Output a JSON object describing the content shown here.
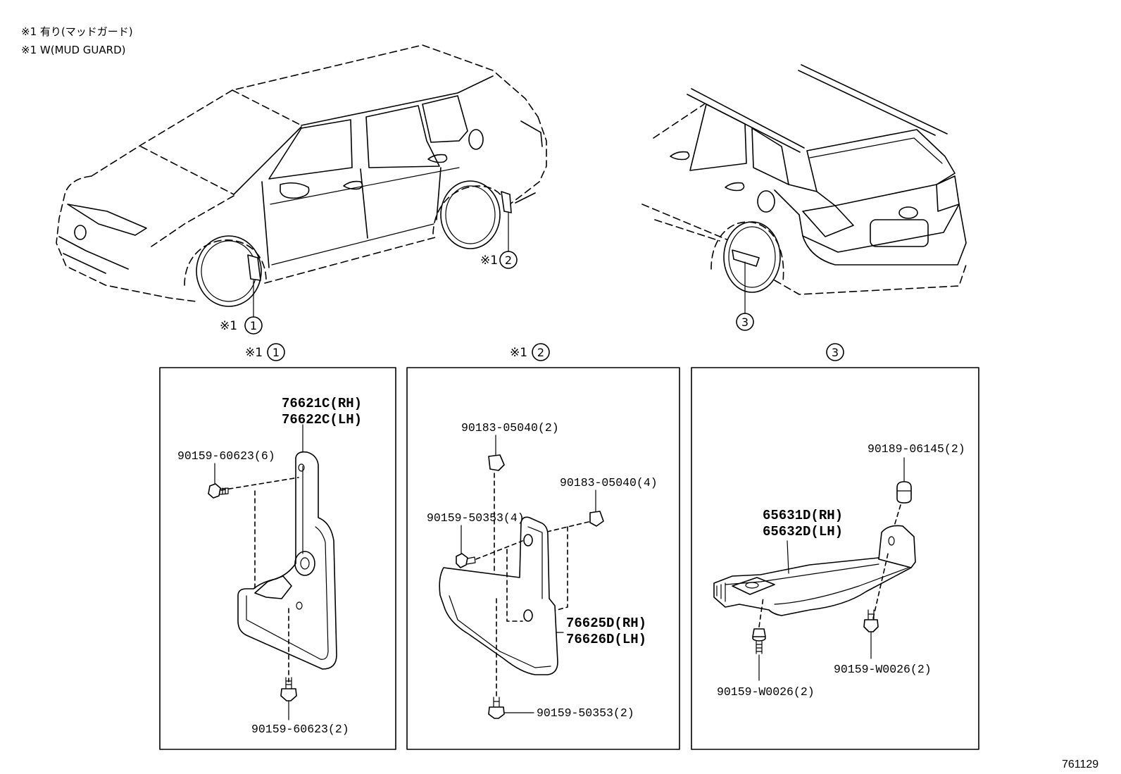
{
  "notes": {
    "line1": "※1 有り(マッドガード)",
    "line2": "※1 W(MUD GUARD)"
  },
  "callouts": {
    "front_mudguard": {
      "mark": "※1",
      "num": "1"
    },
    "rear_mudguard": {
      "mark": "※1",
      "num": "2"
    },
    "rear_shield": {
      "num": "3"
    }
  },
  "panels": {
    "p1": {
      "mark": "※1",
      "num": "1",
      "part_rh": "76621C(RH)",
      "part_lh": "76622C(LH)",
      "screw_upper": "90159-60623(6)",
      "screw_lower": "90159-60623(2)"
    },
    "p2": {
      "mark": "※1",
      "num": "2",
      "clip_top": "90183-05040(2)",
      "clip_right": "90183-05040(4)",
      "screw_upper": "90159-50353(4)",
      "part_rh": "76625D(RH)",
      "part_lh": "76626D(LH)",
      "screw_lower": "90159-50353(2)"
    },
    "p3": {
      "num": "3",
      "nut": "90189-06145(2)",
      "part_rh": "65631D(RH)",
      "part_lh": "65632D(LH)",
      "screw_right": "90159-W0026(2)",
      "screw_left": "90159-W0026(2)"
    }
  },
  "illustration_id": "761129"
}
